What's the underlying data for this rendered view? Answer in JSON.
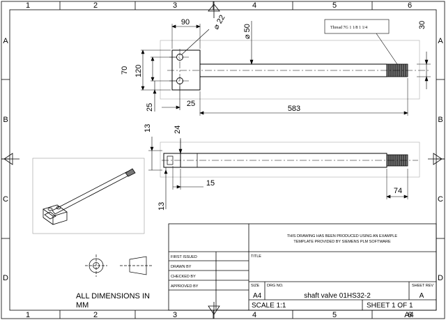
{
  "border": {
    "columns": [
      "1",
      "2",
      "3",
      "4",
      "5",
      "6"
    ],
    "rows": [
      "A",
      "B",
      "C",
      "D"
    ]
  },
  "dimensions": {
    "width_90": "90",
    "diameter_22": "⌀ 22",
    "diameter_50": "⌀ 50",
    "height_30": "30",
    "height_70": "70",
    "height_120": "120",
    "offset_25_vertical": "25",
    "offset_25_horizontal": "25",
    "length_583": "583",
    "height_13_top": "13",
    "width_24": "24",
    "width_15": "15",
    "height_13_bottom": "13",
    "length_74": "74"
  },
  "annotations": {
    "thread_note": "Thread 7G 1 1/8 1 1/4"
  },
  "notes": {
    "all_dimensions_line1": "ALL DIMENSIONS IN",
    "all_dimensions_line2": "MM"
  },
  "title_block": {
    "template_notice_line1": "THIS DRAWING HAS BEEN PRODUCED USING AN EXAMPLE",
    "template_notice_line2": "TEMPLATE PROVIDED BY SIEMENS PLM SOFTWARE",
    "first_issued_label": "FIRST ISSUED",
    "drawn_by_label": "DRAWN BY",
    "checked_by_label": "CHECKED BY",
    "approved_by_label": "APPROVED BY",
    "title_label": "TITLE",
    "size_label": "SIZE",
    "size_value": "A4",
    "drg_no_label": "DRG NO.",
    "drg_no_value": "shaft valve 01HS32-2",
    "sheet_rev_label": "SHEET REV",
    "sheet_rev_value": "A",
    "scale_value": "SCALE 1:1",
    "sheet_value": "SHEET 1 OF 1",
    "paper_size": "A4"
  }
}
